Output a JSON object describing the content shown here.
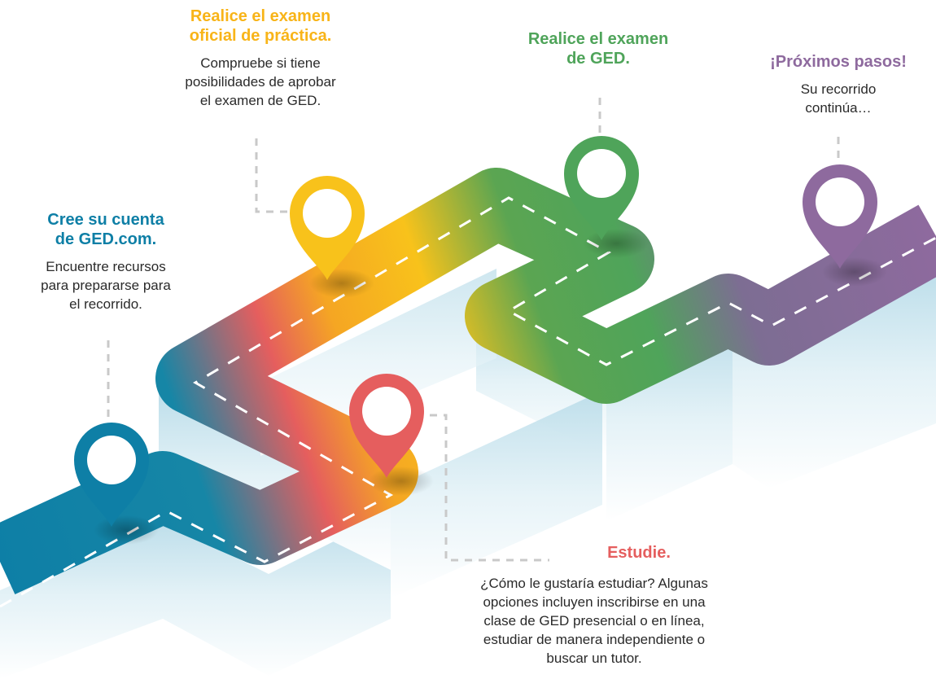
{
  "colors": {
    "blue": "#0E7FA6",
    "orange": "#F5A623",
    "yellow": "#F8C21B",
    "green": "#4FA45A",
    "red": "#E55E5E",
    "purple": "#8E6A9E"
  },
  "steps": [
    {
      "title_lines": [
        "Cree su cuenta",
        "de GED.com."
      ],
      "desc_lines": [
        "Encuentre recursos",
        "para prepararse para",
        "el recorrido."
      ]
    },
    {
      "title_lines": [
        "Realice el examen",
        "oficial de práctica."
      ],
      "desc_lines": [
        "Compruebe si tiene",
        "posibilidades de aprobar",
        "el examen de GED."
      ]
    },
    {
      "title_lines": [
        "Realice el examen",
        "de GED."
      ],
      "desc_lines": []
    },
    {
      "title_lines": [
        "¡Próximos pasos!"
      ],
      "desc_lines": [
        "Su recorrido",
        "continúa…"
      ]
    },
    {
      "title_lines": [
        "Estudie."
      ],
      "desc_lines": [
        "¿Cómo le gustaría estudiar? Algunas",
        "opciones incluyen inscribirse en una",
        "clase de GED presencial o en línea,",
        "estudiar de manera independiente o",
        "buscar un tutor."
      ]
    }
  ],
  "pin_icons": [
    "map-pin-icon",
    "map-pin-icon",
    "map-pin-icon",
    "map-pin-icon",
    "map-pin-icon"
  ]
}
